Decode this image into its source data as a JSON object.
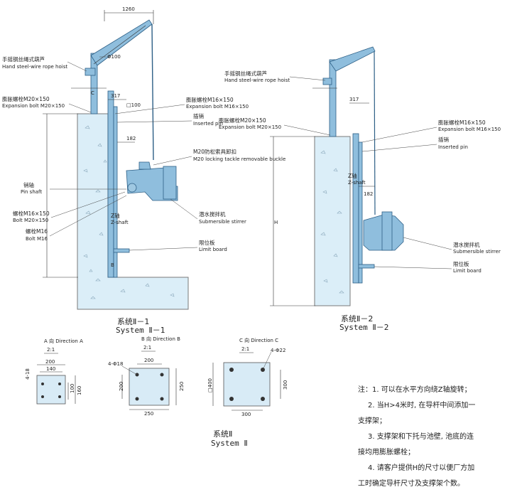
{
  "system1": {
    "caption_cn": "系统Ⅱ－1",
    "caption_en": "System  Ⅱ－1",
    "dims": {
      "top": "1260",
      "pipe_dia": "Φ100",
      "w317": "317",
      "sq100": "□100",
      "w182": "182",
      "h_b": "B",
      "c_mark": "C"
    },
    "labels": [
      {
        "cn": "手摇钢丝绳式葫芦",
        "en": "Hand steel-wire rope hoist"
      },
      {
        "cn": "膨胀螺栓M20×150",
        "en": "Expansion bolt M20×150"
      },
      {
        "cn": "膨胀螺栓M16×150",
        "en": "Expansion bolt M16×150"
      },
      {
        "cn": "插销",
        "en": "Inserted pin"
      },
      {
        "cn": "M20防松索具卸扣",
        "en": "M20 locking tackle removable buckle"
      },
      {
        "cn": "销轴",
        "en": "Pin shaft"
      },
      {
        "cn": "螺栓M16×150",
        "en": "Bolt M20×150"
      },
      {
        "cn": "螺栓M16",
        "en": "Bolt M16"
      },
      {
        "cn": "Z轴",
        "en": "Z-shaft"
      },
      {
        "cn": "潜水搅拌机",
        "en": "Submersible stirrer"
      },
      {
        "cn": "限位板",
        "en": "Limit board"
      }
    ]
  },
  "system2": {
    "caption_cn": "系统Ⅱ－2",
    "caption_en": "System  Ⅱ－2",
    "dims": {
      "w317": "317",
      "w182": "182",
      "h": "H"
    },
    "labels": [
      {
        "cn": "手摇钢丝绳式葫芦",
        "en": "Hand steel-wire rope hoist"
      },
      {
        "cn": "膨胀螺栓M16×150",
        "en": "Expansion bolt M16×150"
      },
      {
        "cn": "膨胀螺栓M20×150",
        "en": "Expansion bolt M20×150"
      },
      {
        "cn": "插销",
        "en": "Inserted pin"
      },
      {
        "cn": "Z轴",
        "en": "Z-shaft"
      },
      {
        "cn": "潜水搅拌机",
        "en": "Submersible stirrer"
      },
      {
        "cn": "限位板",
        "en": "Limit board"
      }
    ]
  },
  "views": {
    "a": {
      "title": "A 向  Direction A",
      "scale": "2:1",
      "d200": "200",
      "d140": "140",
      "d100": "100",
      "d160": "160",
      "d4x18": "4-18"
    },
    "b": {
      "title": "B 向  Direction B",
      "scale": "2:1",
      "hole": "4-Φ18",
      "d200": "200",
      "d200v": "200",
      "d250": "250",
      "d250v": "250"
    },
    "c": {
      "title": "C 向  Direction C",
      "scale": "2:1",
      "hole": "4-Φ22",
      "d400": "□400",
      "d300v": "300",
      "d300": "300"
    }
  },
  "system_caption": {
    "cn": "系统Ⅱ",
    "en": "System  Ⅱ"
  },
  "notes": [
    "注：1. 可以在水平方向绕Z轴旋转；",
    "2. 当H>4米时, 在导杆中间添加一",
    "支撑架；",
    "3. 支撑架和下托与池壁, 池底的连",
    "接均用膨胀螺栓；",
    "4. 请客户提供H的尺寸以便厂方加",
    "工时确定导杆尺寸及支撑架个数。"
  ]
}
